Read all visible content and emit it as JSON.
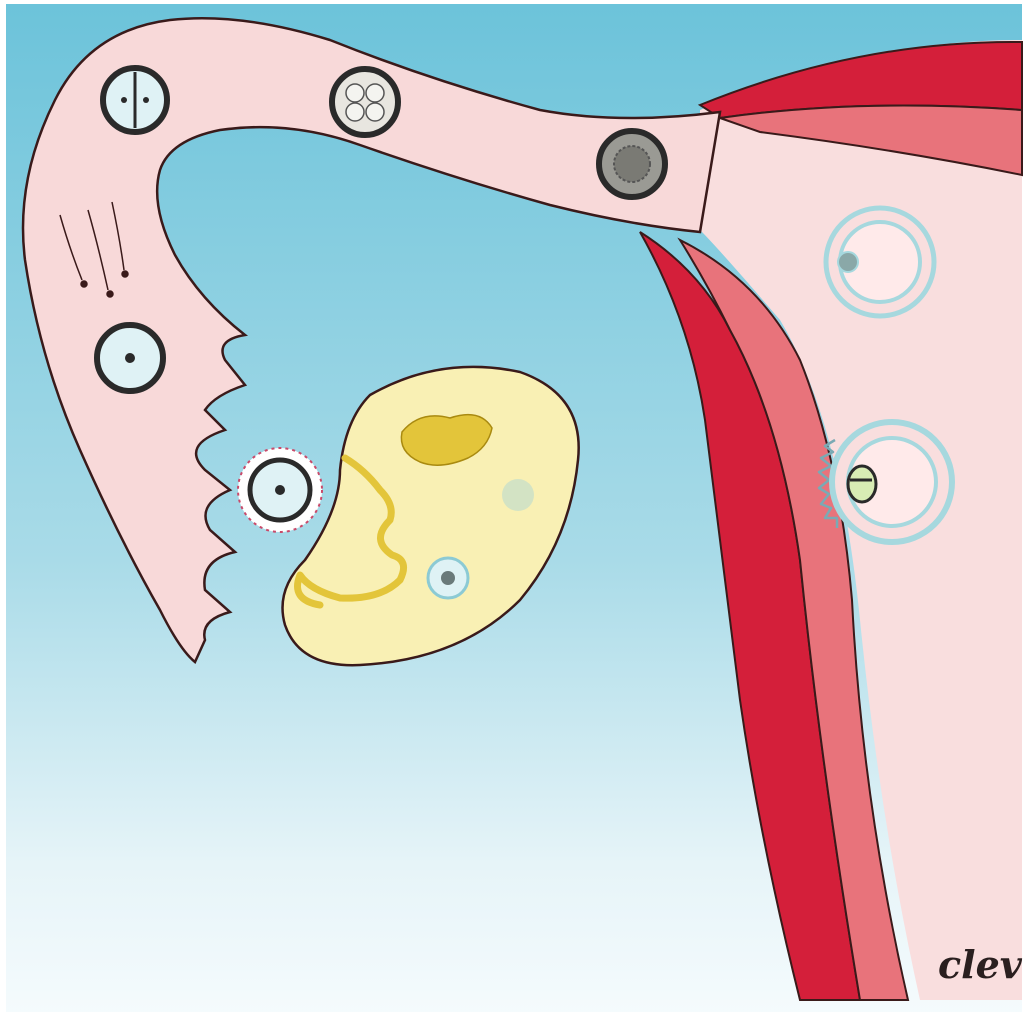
{
  "illustration": {
    "signature": "clev"
  },
  "colors": {
    "sky_top": "#6cc3da",
    "sky_mid": "#bfe4ef",
    "sky_bottom": "#f5fbfd",
    "tube_fill": "#f8d9d9",
    "outline": "#3a1a1a",
    "uterus_fill": "#f9dede",
    "myometrium_dark": "#d41f3a",
    "myometrium_mid": "#e8737b",
    "ovary_fill": "#f9f0b4",
    "ovary_wavy": "#e3c53a",
    "cell_ring": "#2a2a2a",
    "cell_light": "#dff2f5",
    "blastocyst_ring": "#a6d8de"
  },
  "structures": [
    {
      "id": "fallopian-tube"
    },
    {
      "id": "fimbriae"
    },
    {
      "id": "ovary"
    },
    {
      "id": "uterine-wall"
    },
    {
      "id": "sperm-cells"
    },
    {
      "id": "ovulated-egg"
    },
    {
      "id": "zygote"
    },
    {
      "id": "two-cell-stage"
    },
    {
      "id": "four-cell-stage"
    },
    {
      "id": "morula"
    },
    {
      "id": "blastocyst"
    },
    {
      "id": "implanting-blastocyst"
    }
  ]
}
